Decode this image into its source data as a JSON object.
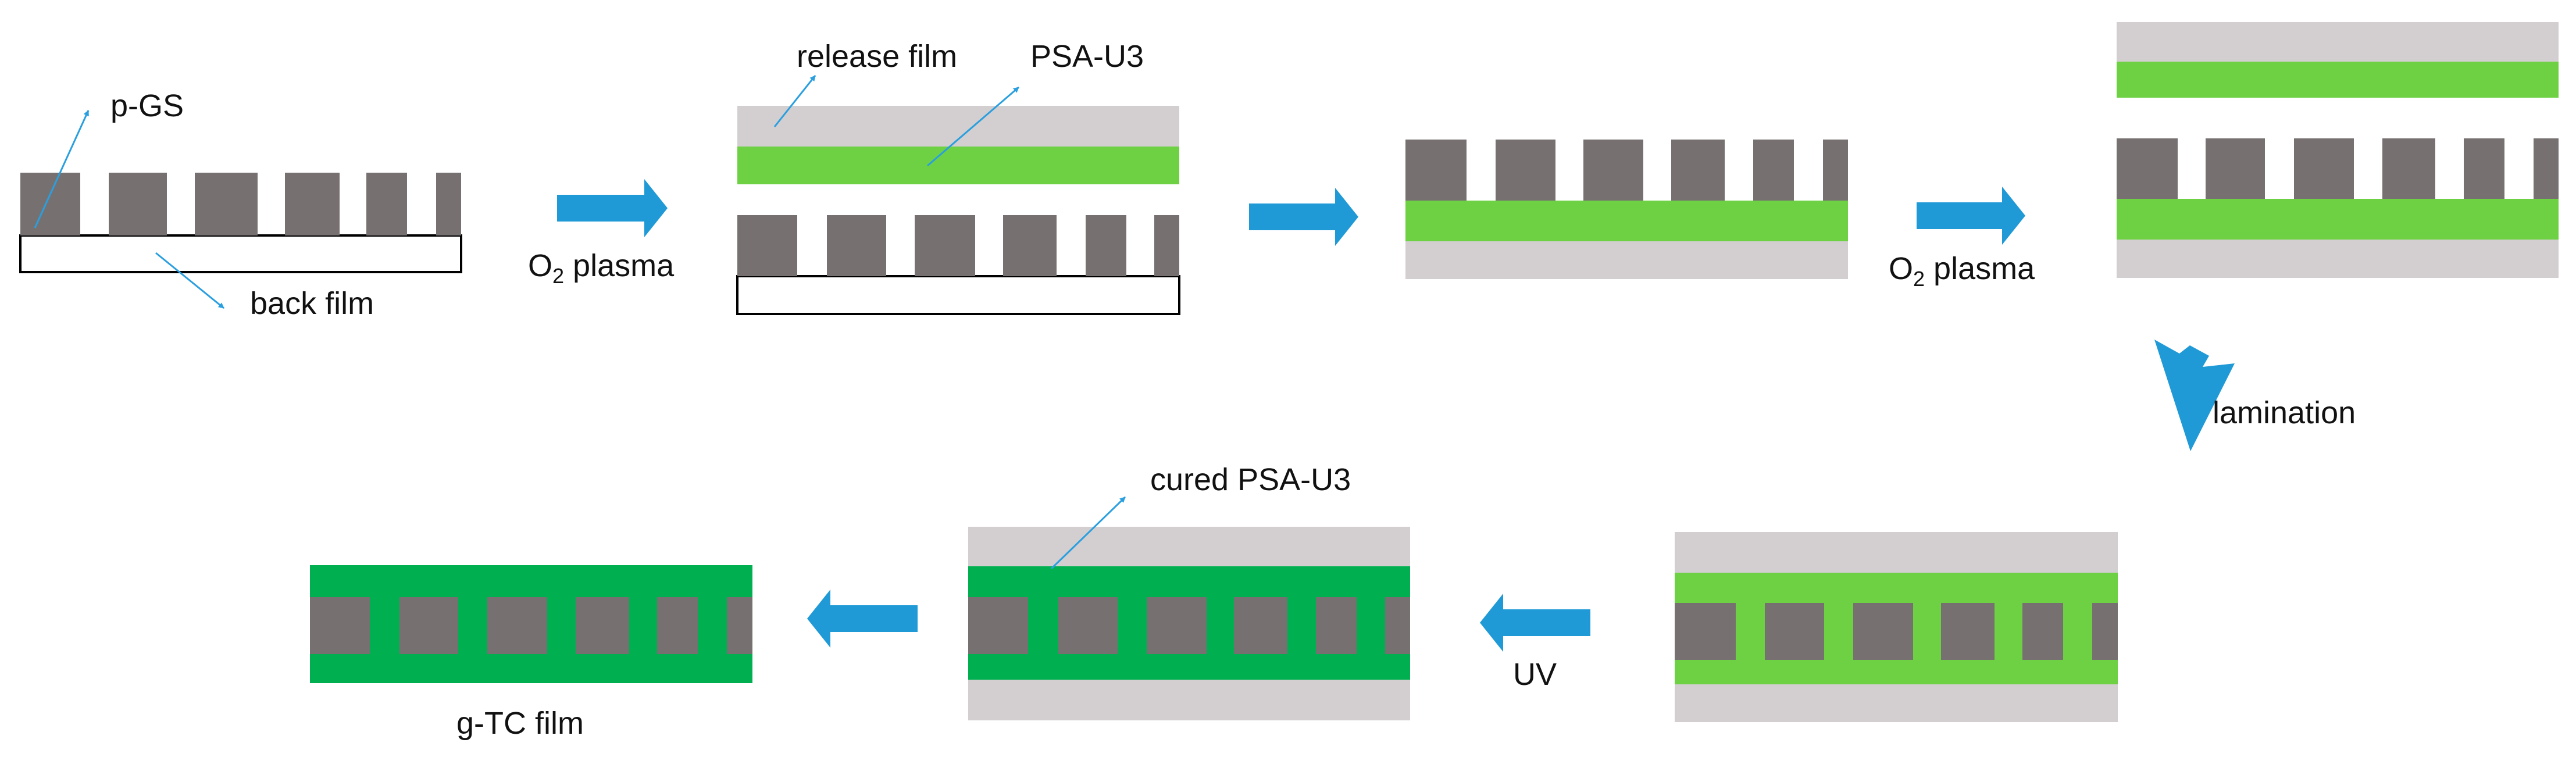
{
  "diagram": {
    "title": "",
    "labels": {
      "p_gs": "p-GS",
      "back_film": "back film",
      "release_film": "release film",
      "psa_u3": "PSA-U3",
      "o2_plasma_1": {
        "main": "O",
        "sub": "2",
        "rest": " plasma"
      },
      "o2_plasma_2": {
        "main": "O",
        "sub": "2",
        "rest": " plasma"
      },
      "lamination": "lamination",
      "cured_psa_u3": "cured PSA-U3",
      "uv": "UV",
      "g_tc_film": "g-TC film"
    },
    "colors": {
      "graphite": "#767170",
      "release_film": "#d3cfd0",
      "psa_u3": "#6dd143",
      "cured_psa_u3": "#00b050",
      "process_arrow": "#1f9ad6",
      "pointer_line": "#2a9fdf",
      "back_film_fill": "#ffffff",
      "back_film_stroke": "#000000"
    },
    "steps": [
      "p-GS on back film",
      "PSA-U3 on release film over p-GS",
      "p-GS embedded in PSA-U3 on release film",
      "release film with PSA-U3 over p-GS assembly",
      "laminated stack",
      "UV cured stack",
      "g-TC film"
    ]
  }
}
